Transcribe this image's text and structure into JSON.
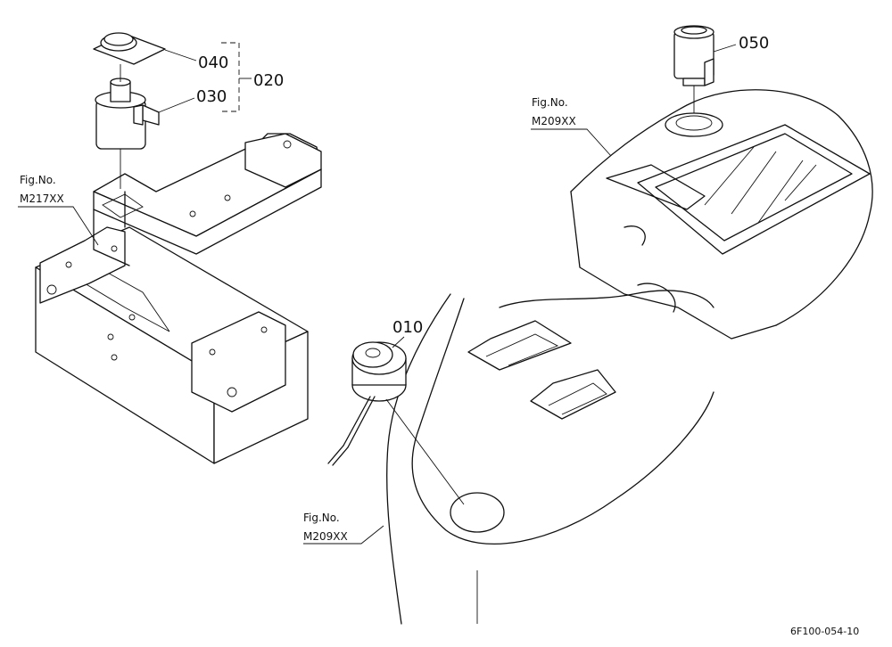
{
  "callouts": {
    "part_010": "010",
    "part_020": "020",
    "part_030": "030",
    "part_040": "040",
    "part_050": "050"
  },
  "figure_refs": {
    "bracket_line1": "Fig.No.",
    "bracket_line2": "M217XX",
    "panel_upper_line1": "Fig.No.",
    "panel_upper_line2": "M209XX",
    "panel_lower_line1": "Fig.No.",
    "panel_lower_line2": "M209XX"
  },
  "drawing_code": "6F100-054-10"
}
